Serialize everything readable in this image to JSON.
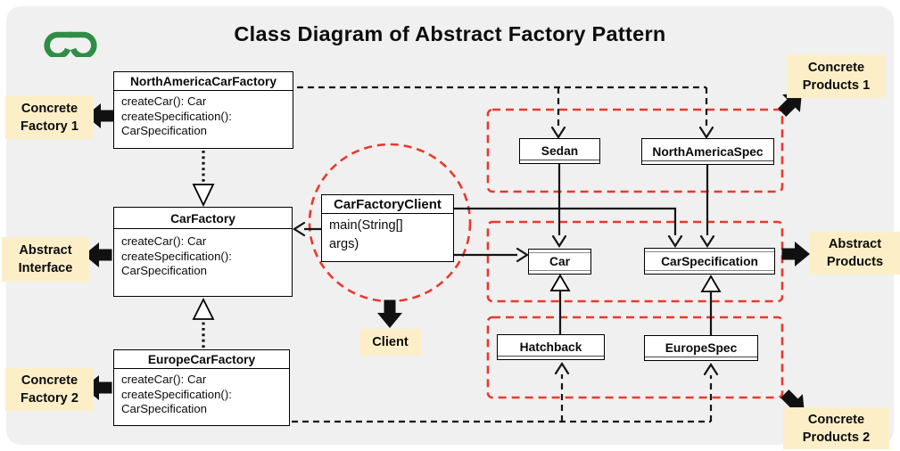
{
  "title": "Class Diagram of Abstract Factory Pattern",
  "logo": {
    "name": "geeksforgeeks-logo"
  },
  "classes": {
    "north_america_car_factory": {
      "title": "NorthAmericaCarFactory",
      "body_lines": [
        "createCar(): Car",
        "createSpecification():",
        "CarSpecification"
      ]
    },
    "car_factory": {
      "title": "CarFactory",
      "body_lines": [
        "createCar(): Car",
        "createSpecification():",
        "CarSpecification"
      ]
    },
    "europe_car_factory": {
      "title": "EuropeCarFactory",
      "body_lines": [
        "createCar(): Car",
        "createSpecification():",
        "CarSpecification"
      ]
    },
    "car_factory_client": {
      "title": "CarFactoryClient",
      "body_lines": [
        "main(String[]",
        "args)"
      ]
    }
  },
  "products": {
    "sedan": "Sedan",
    "north_america_spec": "NorthAmericaSpec",
    "car": "Car",
    "car_specification": "CarSpecification",
    "hatchback": "Hatchback",
    "europe_spec": "EuropeSpec"
  },
  "annotations": {
    "concrete_factory_1": [
      "Concrete",
      "Factory 1"
    ],
    "abstract_interface": [
      "Abstract",
      "Interface"
    ],
    "concrete_factory_2": [
      "Concrete",
      "Factory 2"
    ],
    "client": [
      "Client"
    ],
    "concrete_products_1": [
      "Concrete",
      "Products 1"
    ],
    "abstract_products": [
      "Abstract",
      "Products"
    ],
    "concrete_products_2": [
      "Concrete",
      "Products 2"
    ]
  },
  "colors": {
    "canvas_gray": "#f0f0f0",
    "highlight_red": "#e9392d",
    "annotation_yellow": "#fcefc8",
    "logo_green": "#2f8d46",
    "line_black": "#141414"
  }
}
